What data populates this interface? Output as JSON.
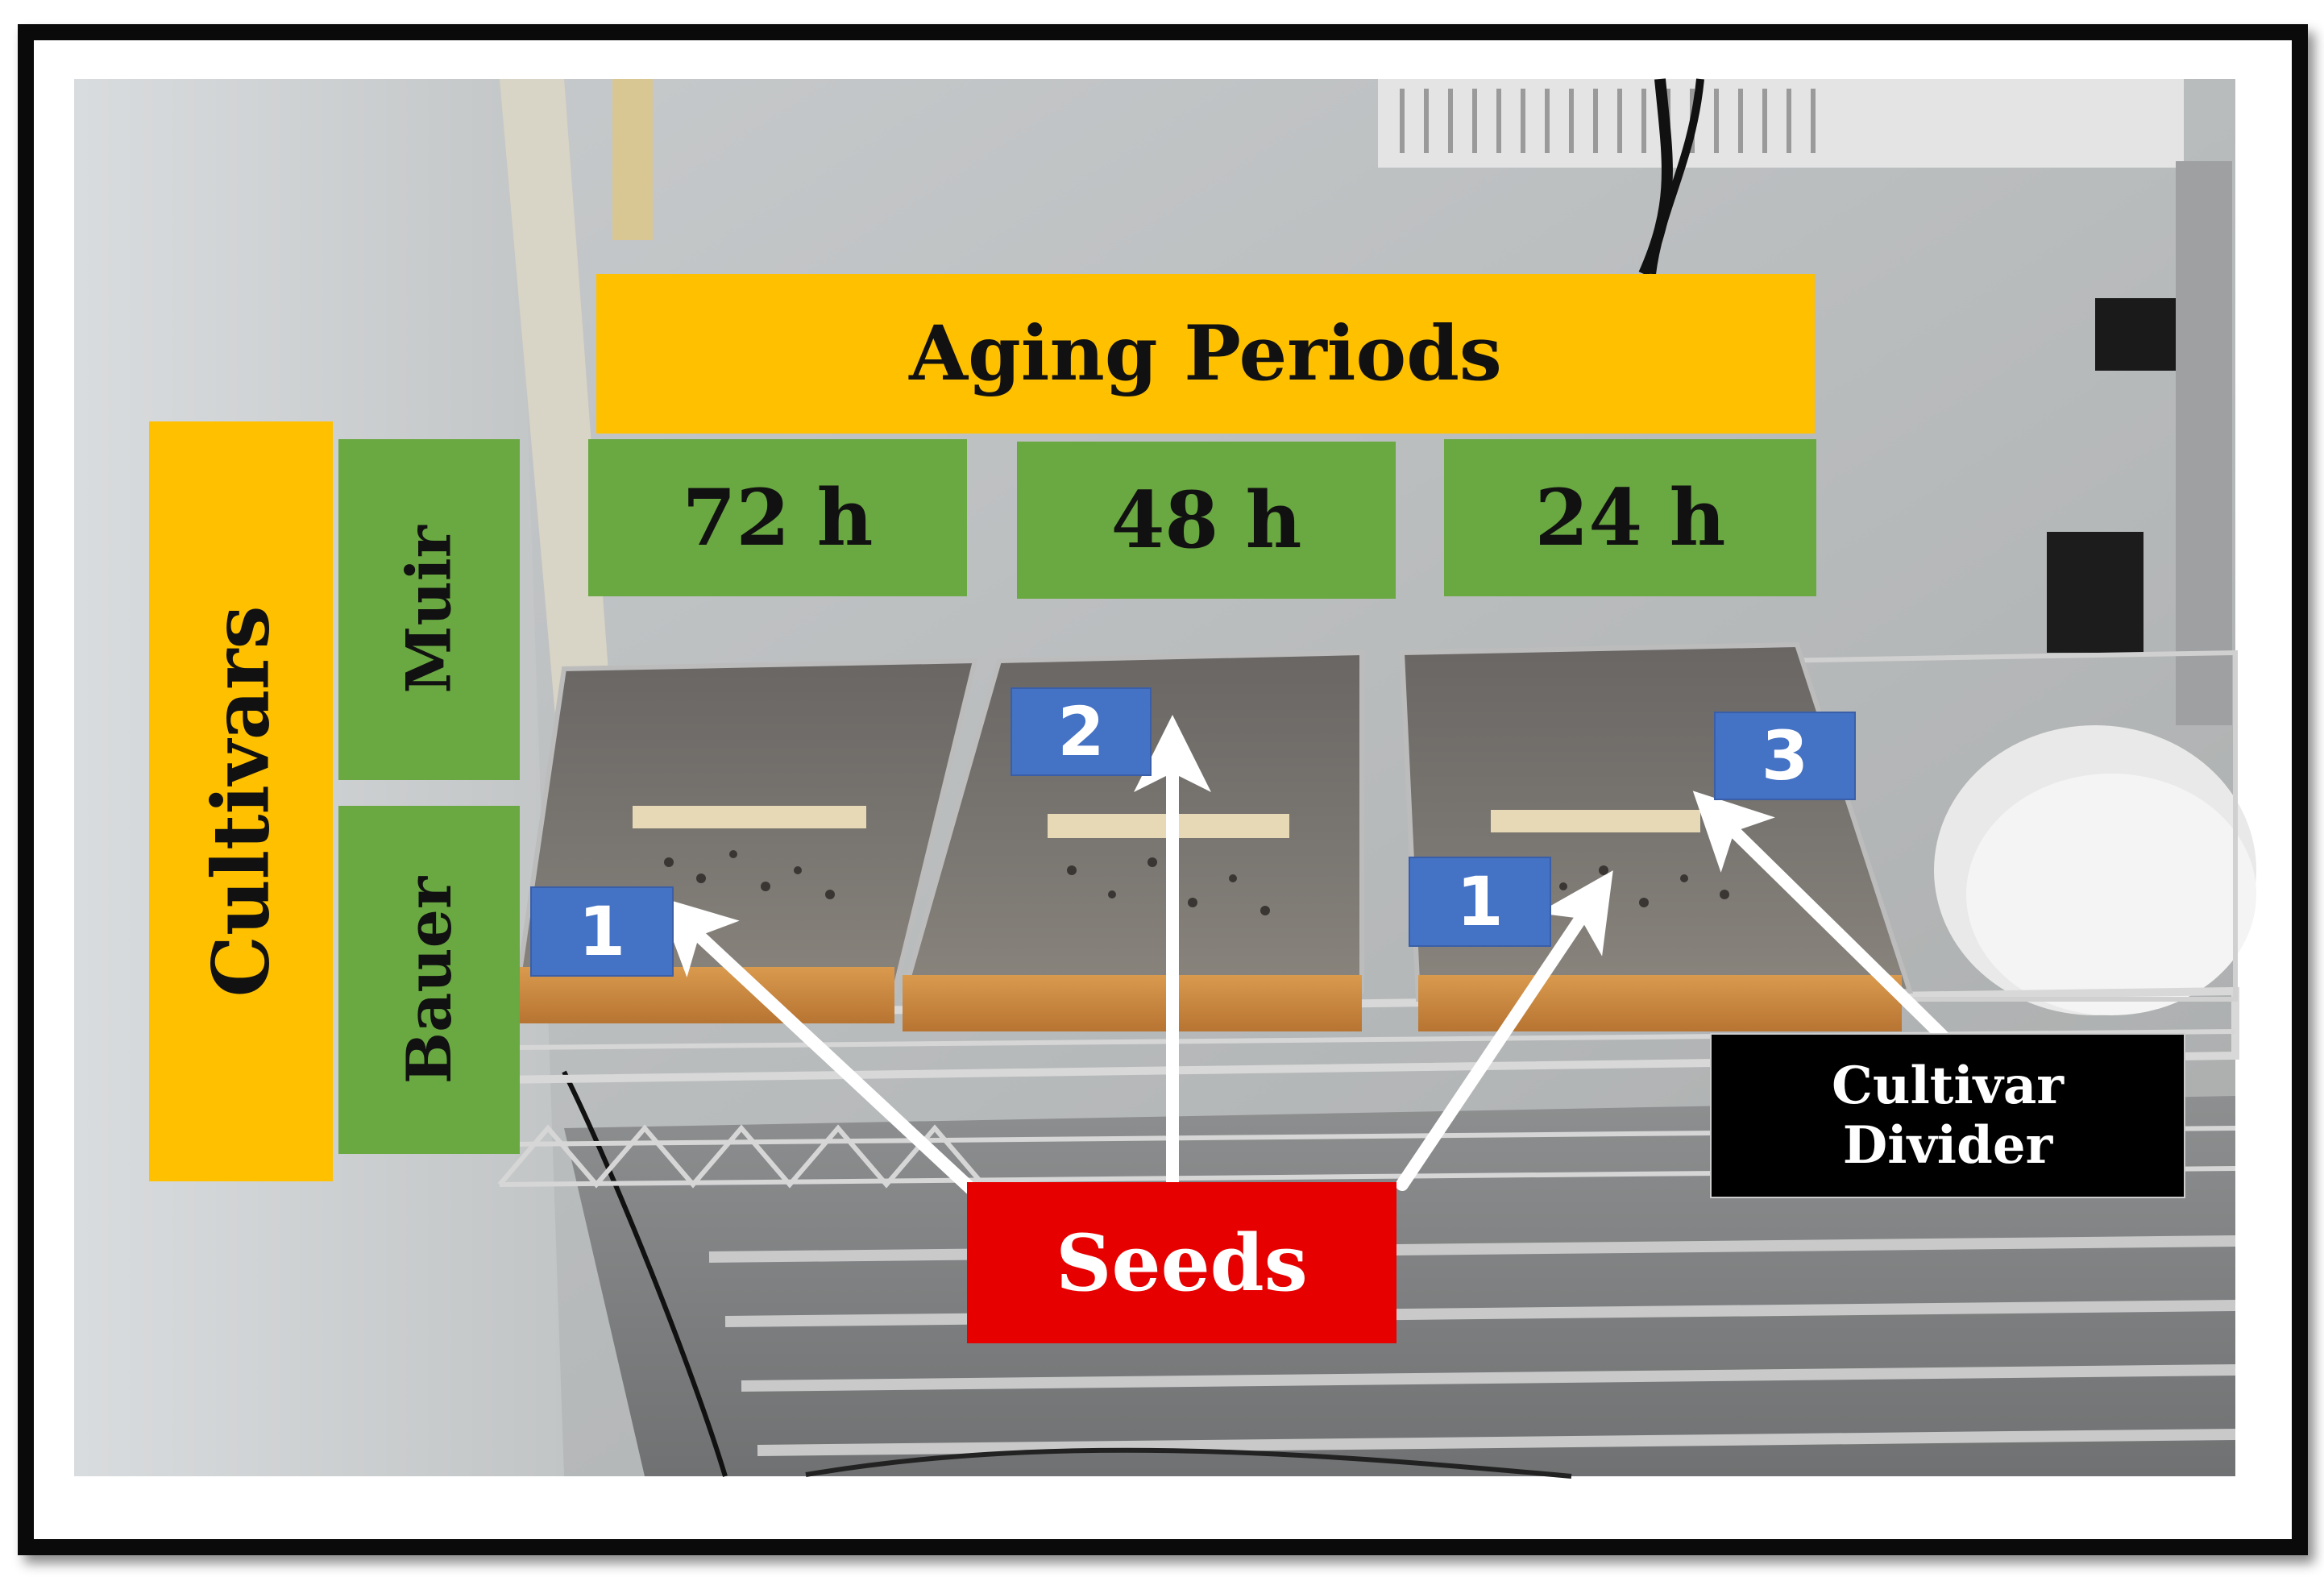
{
  "figure": {
    "header": "Aging Periods",
    "periods": [
      "72 h",
      "48 h",
      "24 h"
    ],
    "side_label": "Cultivars",
    "cultivars": [
      "Muir",
      "Bauer"
    ],
    "dividers": [
      "1",
      "2",
      "1",
      "3"
    ],
    "seeds_label": "Seeds",
    "divider_label_line1": "Cultivar",
    "divider_label_line2": "Divider"
  },
  "colors": {
    "header_yellow": "#ffc000",
    "label_green": "#6aa842",
    "number_blue": "#4472c4",
    "seeds_red": "#e60000",
    "divider_black": "#000000"
  }
}
